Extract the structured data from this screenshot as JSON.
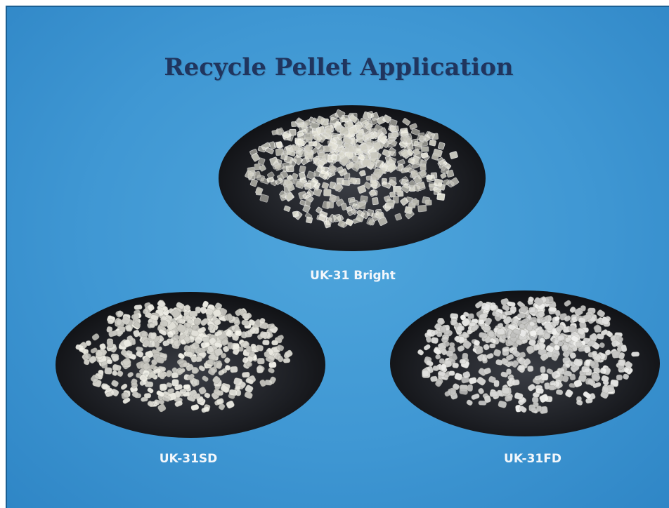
{
  "slide": {
    "title": "Recycle Pellet Application",
    "products": [
      {
        "label": "UK-31 Bright",
        "pellet_color": "#f2f1e4",
        "pellet_style": "clear"
      },
      {
        "label": "UK-31SD",
        "pellet_color": "#f5f4ec",
        "pellet_style": "opaque"
      },
      {
        "label": "UK-31FD",
        "pellet_color": "#f1f1ef",
        "pellet_style": "opaque"
      }
    ]
  }
}
